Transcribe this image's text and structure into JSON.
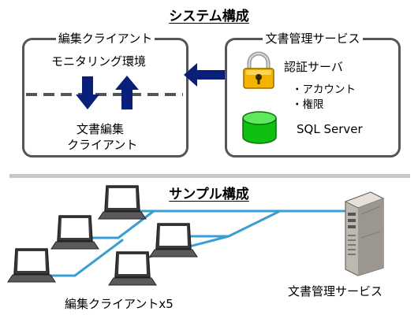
{
  "system": {
    "title": "システム構成",
    "edit_client": {
      "title": "編集クライアント",
      "monitoring": "モニタリング環境",
      "doc_edit_line1": "文書編集",
      "doc_edit_line2": "クライアント"
    },
    "doc_service": {
      "title": "文書管理サービス",
      "auth_server": "認証サーバ",
      "auth_items": [
        "・アカウント",
        "・権限"
      ],
      "database": "SQL Server"
    }
  },
  "sample": {
    "title": "サンプル構成",
    "clients_caption": "編集クライアントx5",
    "server_caption": "文書管理サービス"
  },
  "icons": [
    "double-arrow-icon",
    "down-arrow-icon",
    "up-arrow-icon",
    "padlock-icon",
    "database-icon",
    "laptop-icon",
    "server-tower-icon"
  ],
  "colors": {
    "arrow_blue": "#0a1f7a",
    "lock_gold": "#f2b400",
    "db_green": "#10c010",
    "network_line": "#3a9fd0",
    "box_border": "#555555"
  }
}
